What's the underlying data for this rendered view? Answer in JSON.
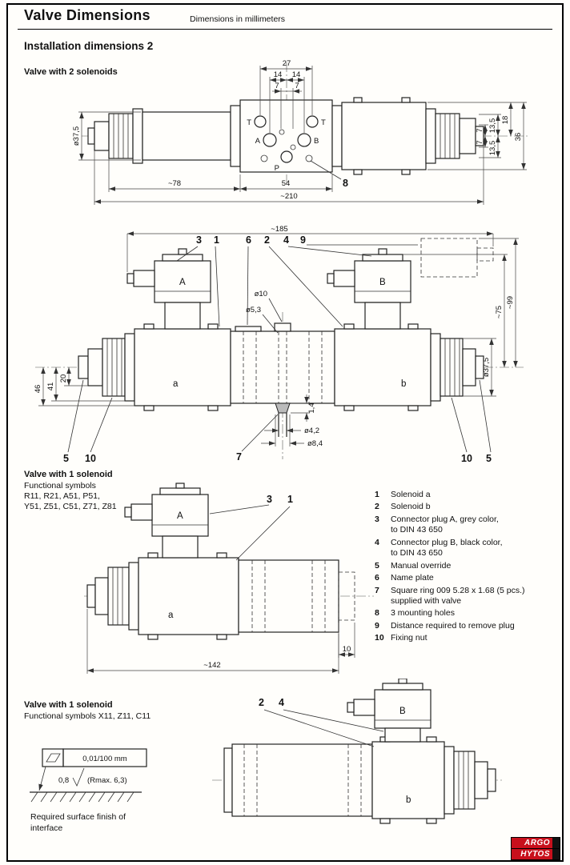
{
  "header": {
    "title": "Valve Dimensions",
    "subtitle": "Dimensions in millimeters"
  },
  "section": {
    "title": "Installation dimensions 2"
  },
  "drawing1": {
    "caption": "Valve with 2 solenoids",
    "ports": {
      "t_left": "T",
      "t_right": "T",
      "a": "A",
      "b": "B",
      "p": "P"
    },
    "callout_mounting_holes": "8",
    "dims": {
      "spacing_outer": "27",
      "spacing_mid_left": "14",
      "spacing_mid_right": "14",
      "spacing_inner_left": "7",
      "spacing_inner_right": "7",
      "length_solenoid": "~78",
      "length_body": "54",
      "length_total": "~210",
      "dia_nut": "ø37,5",
      "right_7_top": "7",
      "right_135_top": "13,5",
      "right_18": "18",
      "right_36": "36",
      "right_7_bottom": "7",
      "right_135_bottom": "13,5"
    }
  },
  "drawing2": {
    "callouts": {
      "c3": "3",
      "c1": "1",
      "c6": "6",
      "c2": "2",
      "c4": "4",
      "c9": "9",
      "c5_left": "5",
      "c10_left": "10",
      "c7": "7",
      "c10_right": "10",
      "c5_right": "5"
    },
    "labels": {
      "solenoid_a": "a",
      "solenoid_b": "b",
      "plug_a": "A",
      "plug_b": "B"
    },
    "dims": {
      "width_total": "~185",
      "dia_10": "ø10",
      "dia_53": "ø5,3",
      "h46": "46",
      "h41": "41",
      "h20": "20",
      "h99": "~99",
      "h75": "~75",
      "dia_nut": "ø37,5",
      "ring_thickness": "1,4",
      "dia_42": "ø4,2",
      "dia_84": "ø8,4"
    }
  },
  "drawing3": {
    "caption": "Valve with 1 solenoid",
    "subcaption": "Functional symbols",
    "symbols_line1": "R11, R21, A51, P51,",
    "symbols_line2": "Y51, Z51, C51, Z71, Z81",
    "callouts": {
      "c3": "3",
      "c1": "1"
    },
    "labels": {
      "plug_a": "A",
      "solenoid_a": "a"
    },
    "dims": {
      "length_total": "~142",
      "step_10": "10"
    }
  },
  "legend": {
    "items": [
      {
        "num": "1",
        "text": "Solenoid a"
      },
      {
        "num": "2",
        "text": "Solenoid b"
      },
      {
        "num": "3",
        "text": "Connector plug A, grey color,\nto DIN 43 650"
      },
      {
        "num": "4",
        "text": "Connector plug B, black color,\nto DIN 43 650"
      },
      {
        "num": "5",
        "text": "Manual override"
      },
      {
        "num": "6",
        "text": "Name plate"
      },
      {
        "num": "7",
        "text": "Square ring 009 5.28 x 1.68 (5 pcs.)\nsupplied with valve"
      },
      {
        "num": "8",
        "text": "3 mounting holes"
      },
      {
        "num": "9",
        "text": "Distance required to remove plug"
      },
      {
        "num": "10",
        "text": "Fixing nut"
      }
    ]
  },
  "drawing4": {
    "caption": "Valve with 1 solenoid",
    "subcaption": "Functional symbols X11, Z11, C11",
    "callouts": {
      "c2": "2",
      "c4": "4"
    },
    "labels": {
      "plug_b": "B",
      "solenoid_b": "b"
    }
  },
  "surface_finish": {
    "flatness_value": "0,01/100 mm",
    "roughness_value": "0,8",
    "rmax_value": "(Rmax. 6,3)",
    "caption_line1": "Required surface finish of",
    "caption_line2": "interface"
  },
  "logo": {
    "line1": "ARGO",
    "line2": "HYTOS"
  }
}
